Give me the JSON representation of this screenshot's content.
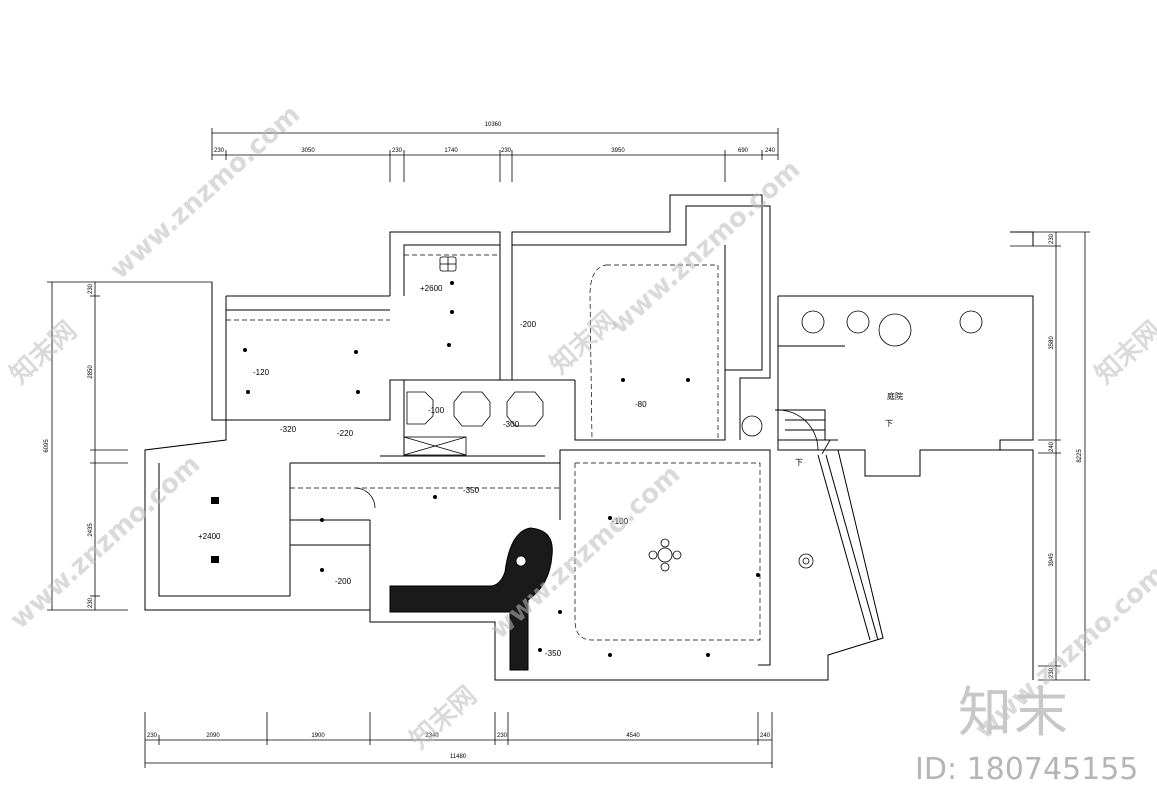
{
  "dimensions": {
    "top_total": "10360",
    "top_segments": [
      "230",
      "3050",
      "230",
      "1740",
      "230",
      "3950",
      "690",
      "240"
    ],
    "bottom_total": "11480",
    "bottom_segments": [
      "230",
      "2090",
      "1900",
      "2340",
      "230",
      "4540",
      "240"
    ],
    "left_total": "6095",
    "left_segments": [
      "230",
      "2850",
      "2435",
      "230"
    ],
    "right_total": "8225",
    "right_segments": [
      "230",
      "3580",
      "240",
      "3945",
      "230"
    ]
  },
  "levels": {
    "l_2600": "+2600",
    "l_200a": "-200",
    "l_80": "-80",
    "l_120": "-120",
    "l_100a": "-100",
    "l_300": "-300",
    "l_320": "-320",
    "l_220": "-220",
    "l_350a": "-350",
    "l_2400": "+2400",
    "l_100b": "-100",
    "l_200b": "-200",
    "l_350b": "-350"
  },
  "labels": {
    "garden": "庭院",
    "down_1": "下",
    "down_2": "下"
  },
  "watermark": {
    "site": "www.znzmo.com",
    "brand": "知末网",
    "logo": "知末",
    "id": "ID: 180745155"
  },
  "colors": {
    "line": "#000000",
    "watermark": "#bdbdbd"
  }
}
